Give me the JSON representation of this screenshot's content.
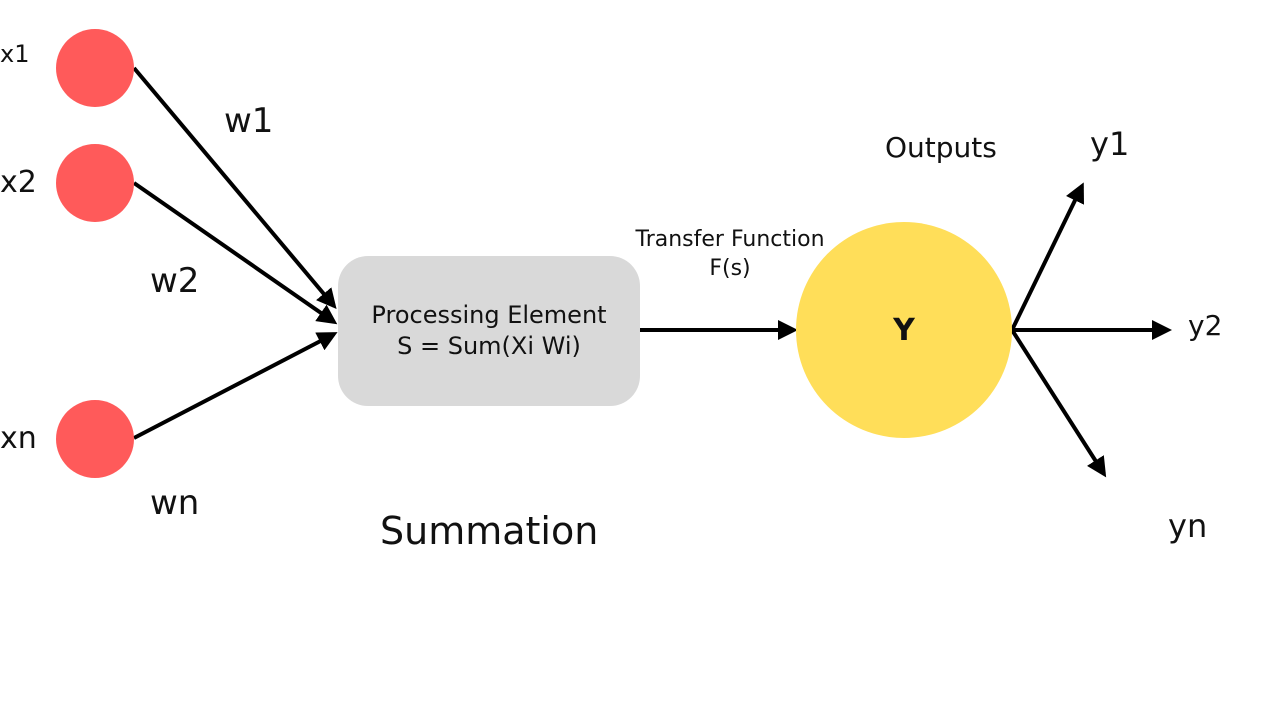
{
  "colors": {
    "input_node": "#ff5a5a",
    "output_node": "#ffde59",
    "processing_box": "#d9d9d9",
    "arrow": "#000000",
    "text": "#111111"
  },
  "inputs": [
    {
      "label": "x1",
      "weight": "w1"
    },
    {
      "label": "x2",
      "weight": "w2"
    },
    {
      "label": "xn",
      "weight": "wn"
    }
  ],
  "processing": {
    "title": "Processing Element",
    "formula": "S = Sum(Xi Wi)",
    "caption": "Summation"
  },
  "transfer": {
    "line1": "Transfer Function",
    "line2": "F(s)"
  },
  "output_node": {
    "label": "Y",
    "caption": "Outputs"
  },
  "outputs": [
    "y1",
    "y2",
    "yn"
  ]
}
